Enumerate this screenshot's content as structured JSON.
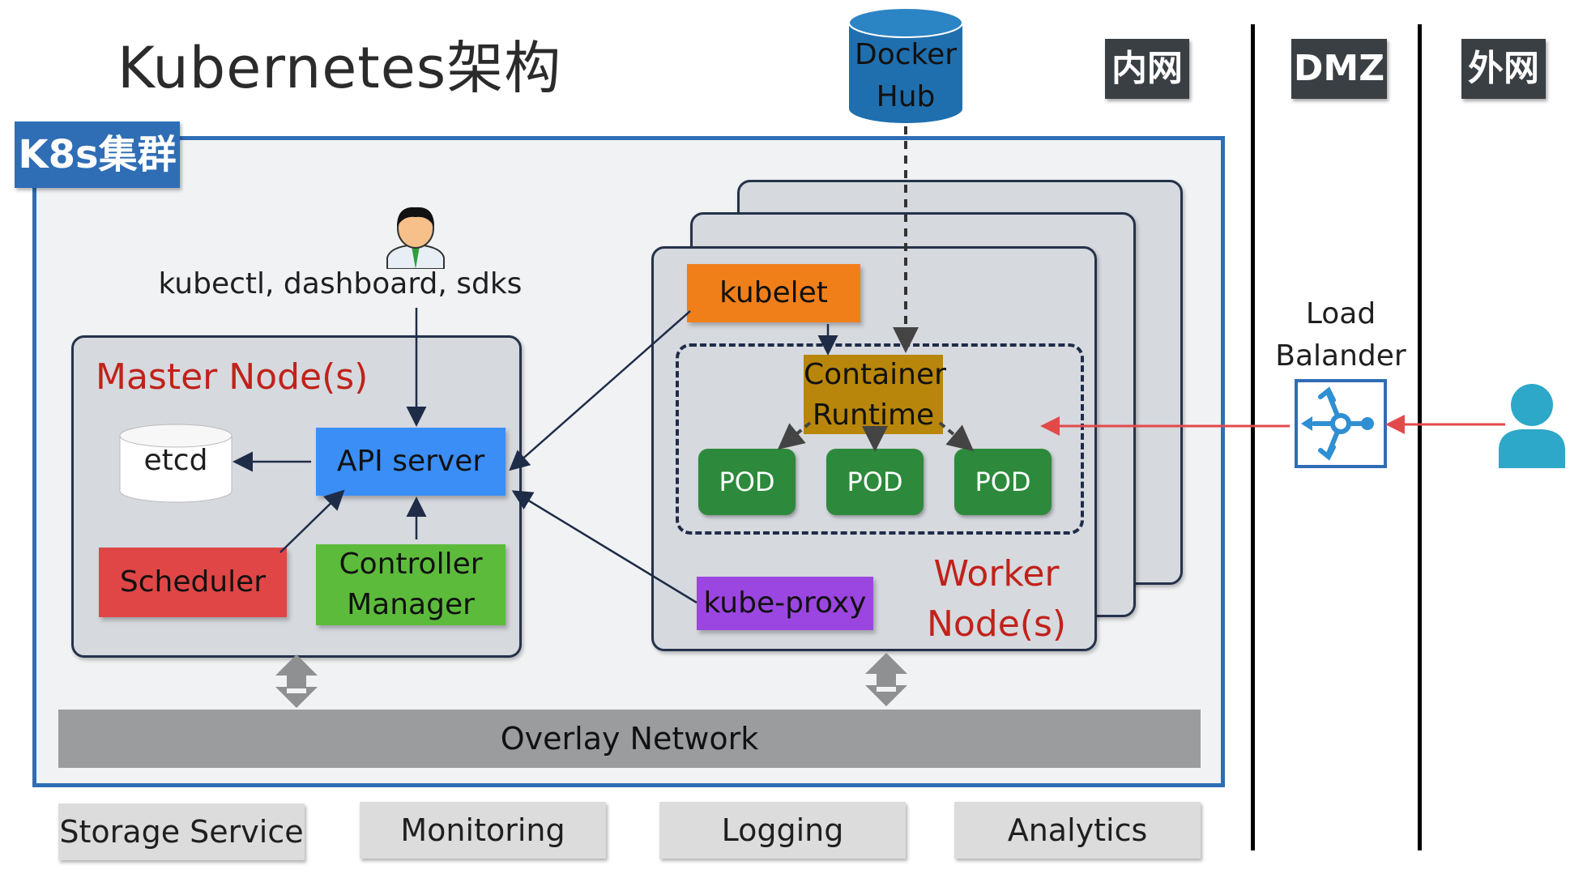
{
  "title": "Kubernetes架构",
  "zones": [
    "内网",
    "DMZ",
    "外网"
  ],
  "cluster_label": "K8s集群",
  "docker_hub": [
    "Docker",
    "Hub"
  ],
  "client_label": "kubectl, dashboard, sdks",
  "master": {
    "label": "Master Node(s)",
    "etcd": "etcd",
    "api_server": "API server",
    "scheduler": "Scheduler",
    "controller_manager": [
      "Controller",
      "Manager"
    ]
  },
  "worker": {
    "label": [
      "Worker",
      "Node(s)"
    ],
    "kubelet": "kubelet",
    "container_runtime": [
      "Container",
      "Runtime"
    ],
    "pods": [
      "POD",
      "POD",
      "POD"
    ],
    "kube_proxy": "kube-proxy"
  },
  "load_balancer": [
    "Load",
    "Balander"
  ],
  "overlay_network": "Overlay Network",
  "addons": [
    "Storage Service",
    "Monitoring",
    "Logging",
    "Analytics"
  ],
  "colors": {
    "cluster_border": "#2f6db5",
    "api_server": "#3a8ef6",
    "scheduler": "#e04646",
    "controller_manager": "#5dbb3c",
    "kubelet": "#f07f1a",
    "container_runtime": "#b8860b",
    "pod": "#2d8a3c",
    "kube_proxy": "#9b46e0",
    "user_icon": "#2da8c8"
  }
}
